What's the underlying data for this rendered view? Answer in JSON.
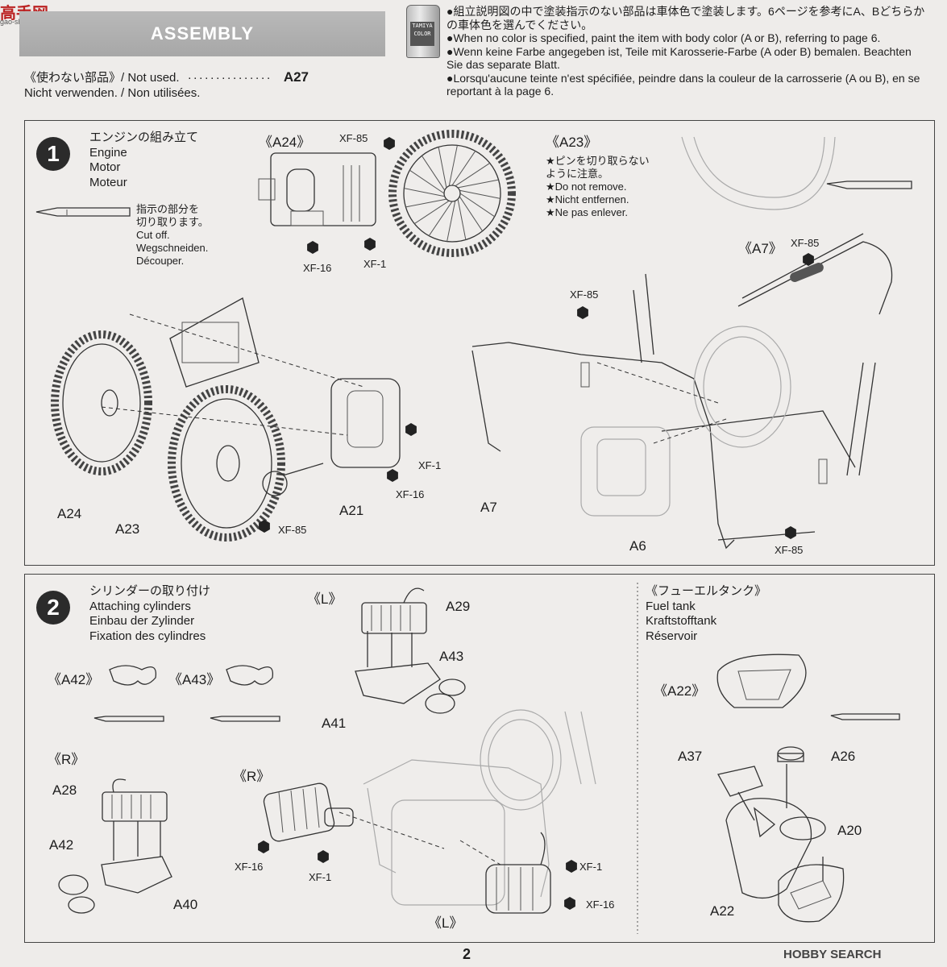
{
  "watermark": {
    "main": "高手网",
    "sub": "gao-shou.net"
  },
  "header": {
    "banner": "ASSEMBLY"
  },
  "not_used": {
    "line1": "《使わない部品》/ Not used.",
    "dots": "···············",
    "part": "A27",
    "line2": "Nicht verwenden. / Non utilisées."
  },
  "paint_can": {
    "label": "TAMIYA COLOR"
  },
  "notes": {
    "jp": "●組立説明図の中で塗装指示のない部品は車体色で塗装します。6ページを参考にA、Bどちらかの車体色を選んでください。",
    "en": "●When no color is specified, paint the item with body color (A or B), referring to page 6.",
    "de": "●Wenn keine Farbe angegeben ist, Teile mit Karosserie-Farbe (A oder B) bemalen. Beachten Sie das separate Blatt.",
    "fr": "●Lorsqu'aucune teinte n'est spécifiée, peindre dans la couleur de la carrosserie (A ou B), en se reportant à la page 6."
  },
  "step1": {
    "number": "1",
    "title_jp": "エンジンの組み立て",
    "title_en": "Engine",
    "title_de": "Motor",
    "title_fr": "Moteur",
    "cut_note": [
      "指示の部分を",
      "切り取ります。",
      "Cut off.",
      "Wegschneiden.",
      "Découper."
    ],
    "sub_a24": "《A24》",
    "sub_a23": "《A23》",
    "sub_a7": "《A7》",
    "a23_note": [
      "★ピンを切り取らない",
      "ように注意。",
      "★Do not remove.",
      "★Nicht entfernen.",
      "★Ne pas enlever."
    ],
    "paints": {
      "xf85": "XF-85",
      "xf16": "XF-16",
      "xf1": "XF-1"
    },
    "parts": {
      "a24": "A24",
      "a23": "A23",
      "a21": "A21",
      "a7": "A7",
      "a6": "A6"
    }
  },
  "step2": {
    "number": "2",
    "title_jp": "シリンダーの取り付け",
    "title_en": "Attaching cylinders",
    "title_de": "Einbau der Zylinder",
    "title_fr": "Fixation des cylindres",
    "sub_l": "《L》",
    "sub_r": "《R》",
    "sub_a42": "《A42》",
    "sub_a43": "《A43》",
    "sub_a22": "《A22》",
    "fuel_jp": "《フューエルタンク》",
    "fuel_en": "Fuel tank",
    "fuel_de": "Kraftstofftank",
    "fuel_fr": "Réservoir",
    "parts": {
      "a29": "A29",
      "a43": "A43",
      "a41": "A41",
      "a28": "A28",
      "a42": "A42",
      "a40": "A40",
      "a37": "A37",
      "a26": "A26",
      "a20": "A20",
      "a22": "A22"
    },
    "paints": {
      "xf16": "XF-16",
      "xf1": "XF-1"
    }
  },
  "footer": {
    "page": "2",
    "brand": "HOBBY SEARCH"
  }
}
